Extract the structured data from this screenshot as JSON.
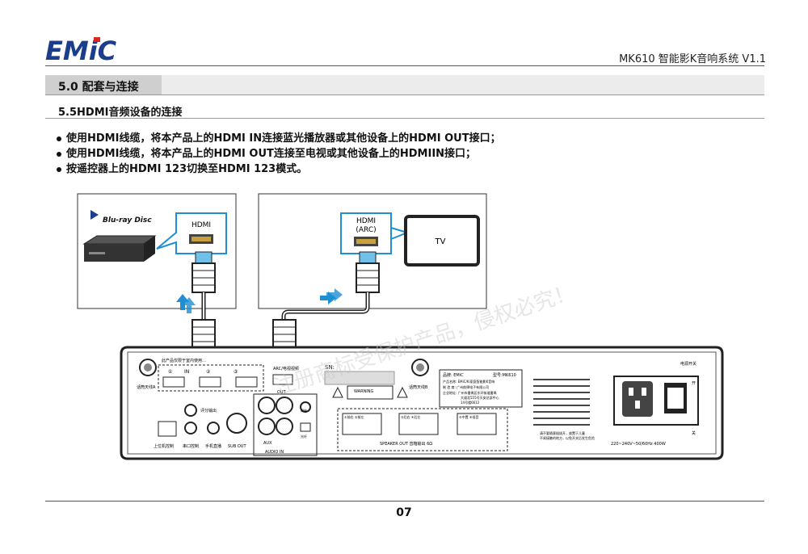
{
  "header": {
    "logo_text": "EMiC",
    "doc_title": "MK610 智能影K音响系统 V1.1"
  },
  "section": {
    "title": "5.0 配套与连接",
    "subtitle": "5.5HDMI音频设备的连接"
  },
  "bullets": [
    "使用HDMI线缆，将本产品上的HDMI IN连接蓝光播放器或其他设备上的HDMI OUT接口；",
    "使用HDMI线缆，将本产品上的HDMI OUT连接至电视或其他设备上的HDMIIN接口；",
    "按遥控器上的HDMI 123切换至HDMI 123模式。"
  ],
  "diagram": {
    "bluray_brand": "Blu-ray Disc",
    "left_callout": "HDMI",
    "right_callout_line1": "HDMI",
    "right_callout_line2": "(ARC)",
    "tv_label": "TV",
    "sn_label": "SN:",
    "watermark": "注册商标受保护产品，侵权必究！",
    "panel": {
      "wireless_a": "话筒天线A",
      "wireless_b": "话筒天线B",
      "hdmi_in_1": "①",
      "hdmi_in_2": "②",
      "hdmi_in_3": "③",
      "hdmi_in_tag": "IN",
      "hdmi_out_tag": "OUT",
      "arc_tag": "ARC/电视视频",
      "note_text": "此产品仅限于室内使用…",
      "sub_out_mid": "评分输出",
      "upper_ctrl": "上位机控制",
      "serial_ctrl": "串口控制",
      "phone_live": "手机直播",
      "sub_out": "SUB OUT",
      "aux": "AUX",
      "audio_in": "AUDIO IN",
      "coax": "同轴",
      "optical": "光纤",
      "warning": "WARNING",
      "speaker_out": "SPEAKER OUT 音箱输出 6Ω",
      "spk_front": "①前右 ②前左",
      "spk_rear": "③后右 ④后左",
      "spk_center": "⑤中置 ⑥低音",
      "nameplate_title": "品牌: EMiC",
      "nameplate_model": "型号:MK610",
      "nameplate_line1": "产品名称: EMiC/Ki家庭智能影K音响",
      "nameplate_line2": "制 造 商: 广州韵律电子有限公司",
      "nameplate_line3": "企业地址: 广州市番禺区东环街道番禺",
      "nameplate_line4": "大道北555号天安总部中心",
      "nameplate_line5": "14号楼6612",
      "power_switch": "电源开关",
      "on": "开",
      "off": "关",
      "voltage": "220~240V~50/60Hz  400W",
      "fuse_note1": "请不要随意插拔开，放置于儿童",
      "fuse_note2": "不易接触的地方，以免开关后发生危险"
    }
  },
  "page_number": "07",
  "colors": {
    "logo_blue": "#1b3e8c",
    "logo_red": "#d6281f",
    "cable_blue": "#6fc1ea",
    "callout_blue": "#1e8fd2",
    "arrow_blue": "#1e8fd2"
  }
}
